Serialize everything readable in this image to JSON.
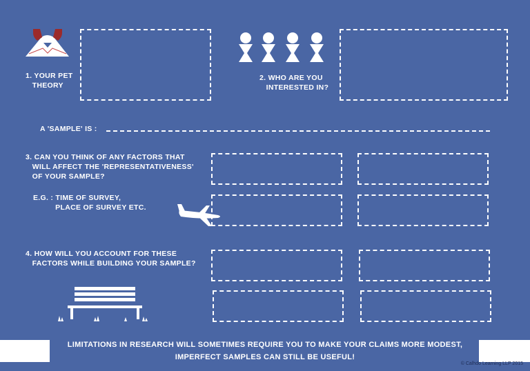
{
  "q1": {
    "label": "1. YOUR PET\n   THEORY"
  },
  "q2": {
    "label": "2. WHO ARE YOU\n   INTERESTED IN?"
  },
  "sample": {
    "label": "A 'SAMPLE' IS :"
  },
  "q3": {
    "label": "3. CAN YOU THINK OF ANY FACTORS THAT\n   WILL AFFECT THE 'REPRESENTATIVENESS'\n   OF YOUR SAMPLE?",
    "example": "E.G. : TIME OF SURVEY,\n          PLACE OF SURVEY ETC."
  },
  "q4": {
    "label": "4. HOW WILL YOU ACCOUNT FOR THESE\n   FACTORS WHILE BUILDING YOUR SAMPLE?"
  },
  "footer": {
    "line1": "LIMITATIONS  IN RESEARCH WILL SOMETIMES REQUIRE YOU TO MAKE YOUR CLAIMS MORE MODEST,",
    "line2": "IMPERFECT SAMPLES CAN STILL BE USEFUL!"
  },
  "copyright": "© Calhdo Learning LLP 2015",
  "colors": {
    "background": "#4a66a4",
    "foreground": "#ffffff",
    "accent": "#9c2a2a"
  },
  "icons": [
    "dog-icon",
    "people-icon",
    "airplane-icon",
    "bench-icon"
  ]
}
